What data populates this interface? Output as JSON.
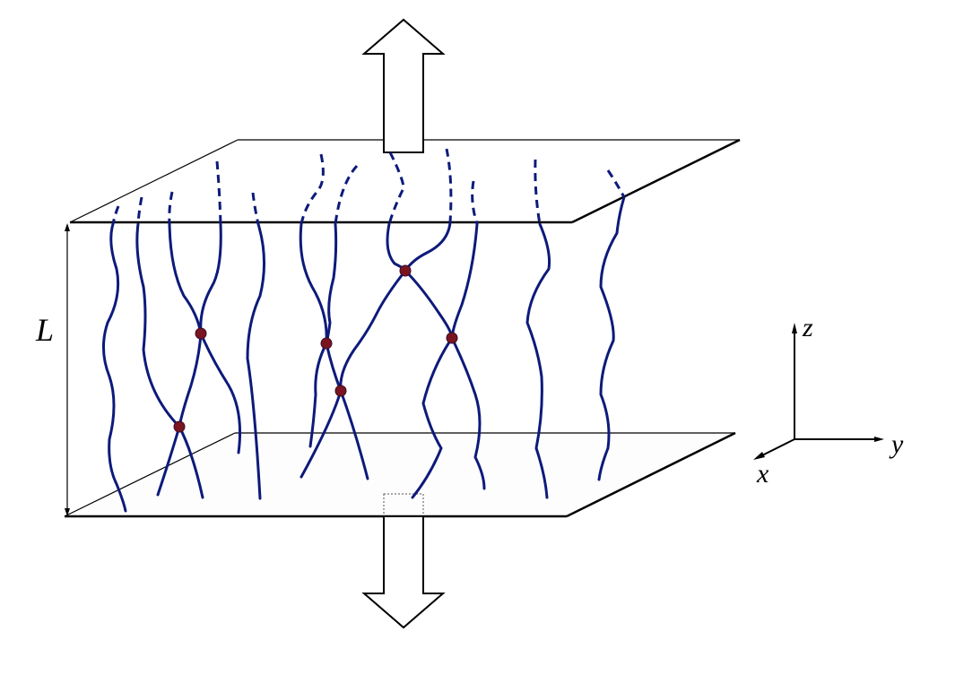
{
  "diagram": {
    "title": "Crosslinked fiber network between two plates under tension",
    "labels": {
      "thickness": "L",
      "axis_z": "z",
      "axis_y": "y",
      "axis_x": "x"
    },
    "colors": {
      "fiber": "#0d1a7a",
      "crosslink": "#7a1520",
      "outline": "#000000",
      "background": "#ffffff"
    },
    "elements": {
      "top_arrow": "upward pull arrow",
      "bottom_arrow": "downward pull arrow",
      "top_plate": "upper plate",
      "bottom_plate": "lower plate",
      "fiber_count": 13,
      "crosslink_count": 6
    }
  }
}
